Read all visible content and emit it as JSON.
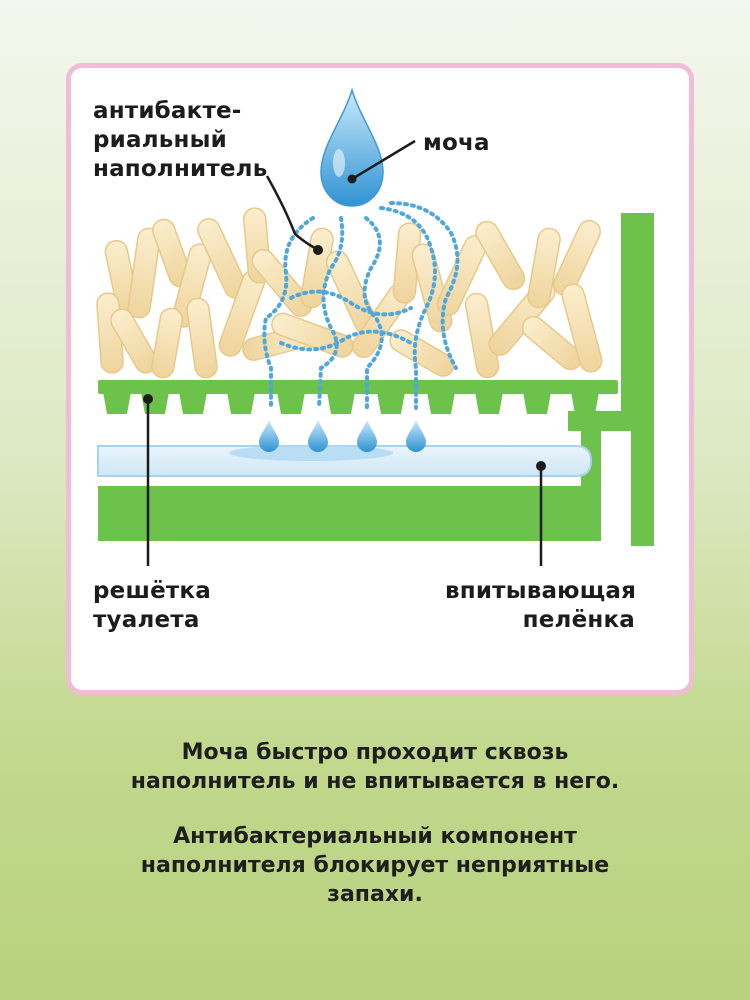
{
  "diagram": {
    "labels": {
      "filler": "антибакте-\nриальный\nнаполнитель",
      "urine": "моча",
      "grate": "решётка\nтуалета",
      "pad": "впитывающая\nпелёнка"
    }
  },
  "captions": {
    "line1": "Моча быстро проходит сквозь\nнаполнитель и не впитывается в него.",
    "line2": "Антибактериальный компонент\nнаполнителя блокирует неприятные\nзапахи."
  },
  "colors": {
    "panel_border": "#f1bcd6",
    "tray_green": "#6cc24a",
    "pellet": "#f6e2b2",
    "drop_blue": "#4fa7dc"
  }
}
